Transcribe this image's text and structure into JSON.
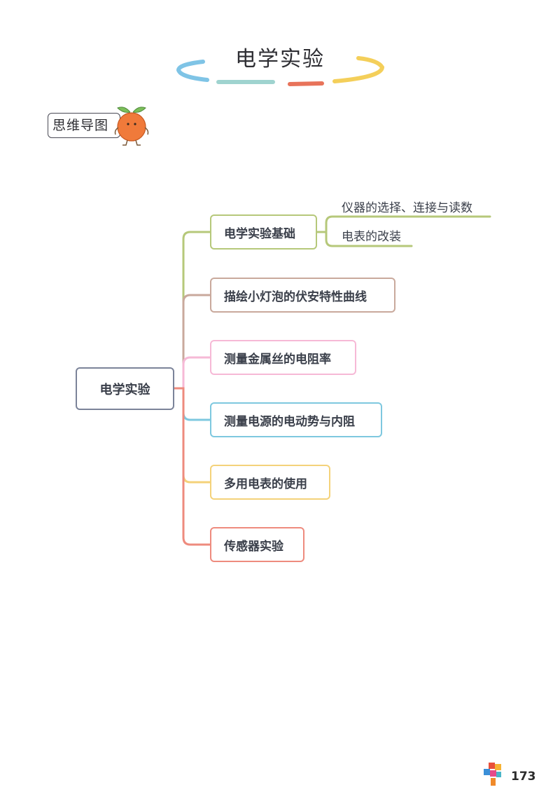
{
  "title": "电学实验",
  "mind_map_label": "思维导图",
  "mind_map": {
    "root": "电学实验",
    "branches": [
      {
        "label": "电学实验基础",
        "color": "#b6c87a",
        "children": [
          "仪器的选择、连接与读数",
          "电表的改装"
        ]
      },
      {
        "label": "描绘小灯泡的伏安特性曲线",
        "color": "#c9a99c",
        "children": []
      },
      {
        "label": "测量金属丝的电阻率",
        "color": "#f6b9d6",
        "children": []
      },
      {
        "label": "测量电源的电动势与内阻",
        "color": "#7ec8df",
        "children": []
      },
      {
        "label": "多用电表的使用",
        "color": "#f4d27a",
        "children": []
      },
      {
        "label": "传感器实验",
        "color": "#ee8b7e",
        "children": []
      }
    ]
  },
  "page_number": "173",
  "colors": {
    "root_border": "#7b8399",
    "deco_blue": "#7fc4e6",
    "deco_teal": "#9fd3cf",
    "deco_red": "#e8735a",
    "deco_yellow": "#f4cf5a"
  }
}
